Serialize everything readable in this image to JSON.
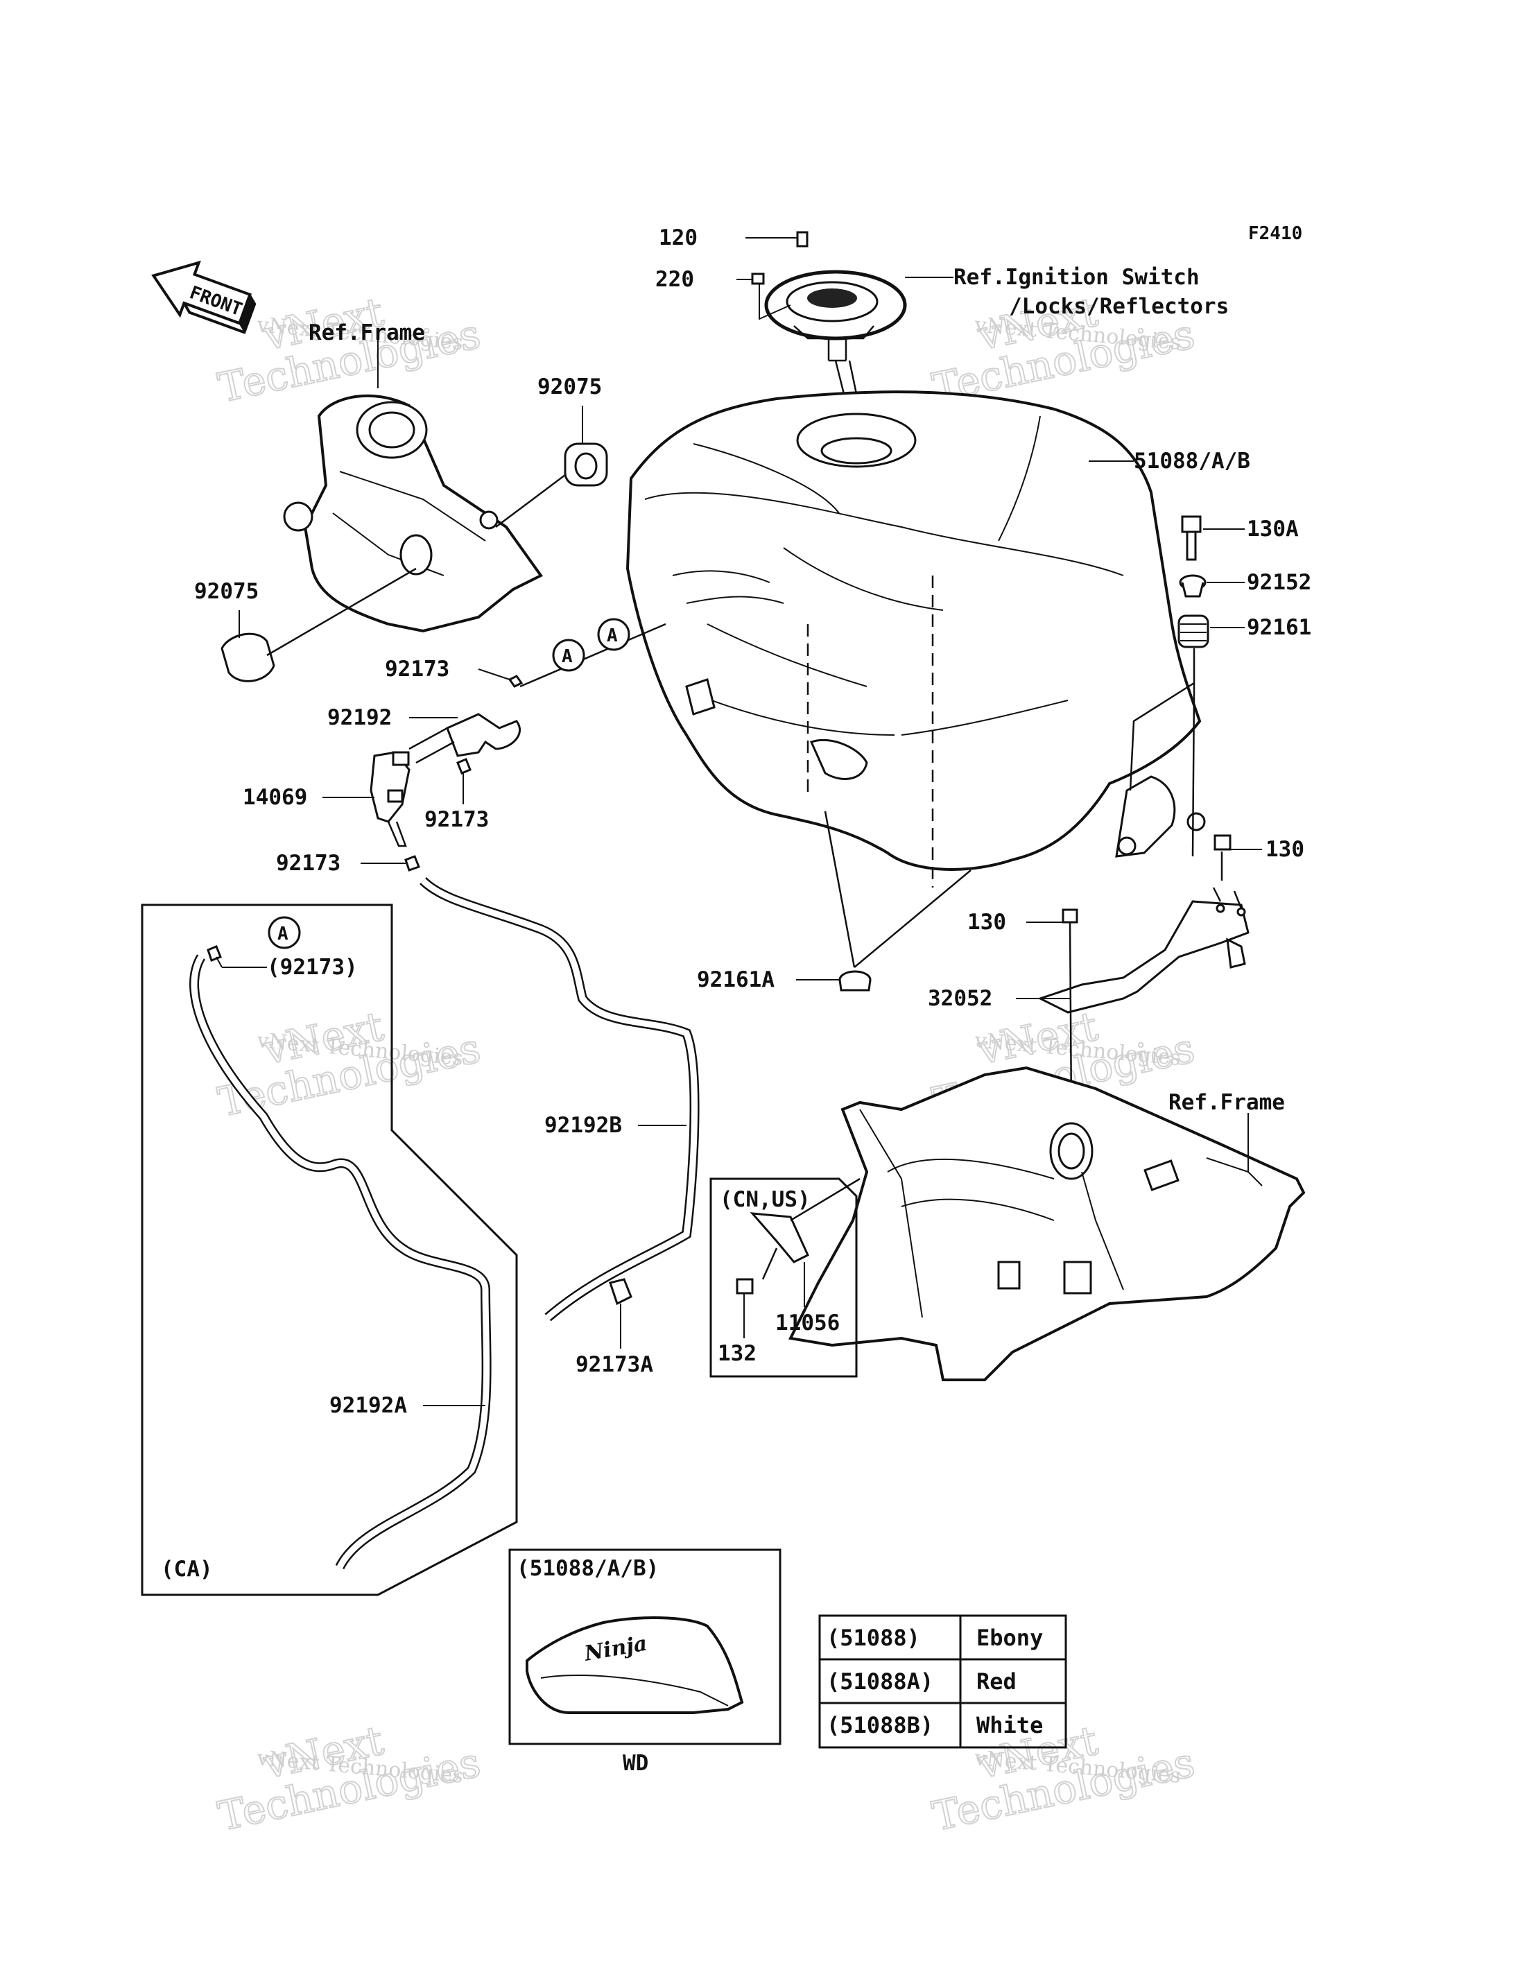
{
  "code": "F2410",
  "front_badge": "FRONT",
  "watermark": {
    "line1": "vNext",
    "line2": "Technologies",
    "small": "vNext Technologies"
  },
  "labels": {
    "p120": "120",
    "p220": "220",
    "ref_ignition_1": "Ref.Ignition Switch",
    "ref_ignition_2": "/Locks/Reflectors",
    "ref_frame_top": "Ref.Frame",
    "p92075_top": "92075",
    "p92075_left": "92075",
    "p51088": "51088/A/B",
    "p130A": "130A",
    "p92152": "92152",
    "p92161": "92161",
    "p92173_a": "92173",
    "p92192": "92192",
    "p14069": "14069",
    "p92173_b": "92173",
    "p92173_c": "92173",
    "p130_right": "130",
    "p130_mid": "130",
    "p92161A": "92161A",
    "p32052": "32052",
    "ref_frame_right": "Ref.Frame",
    "p92192B": "92192B",
    "p92173A": "92173A",
    "p92173_ca": "(92173)",
    "p92192A": "92192A",
    "ca": "(CA)",
    "cn_us": "(CN,US)",
    "p11056": "11056",
    "p132": "132",
    "wd_header": "(51088/A/B)",
    "wd": "WD",
    "marker": "A"
  },
  "color_table": {
    "rows": [
      {
        "part": "(51088)",
        "color": "Ebony"
      },
      {
        "part": "(51088A)",
        "color": "Red"
      },
      {
        "part": "(51088B)",
        "color": "White"
      }
    ]
  }
}
